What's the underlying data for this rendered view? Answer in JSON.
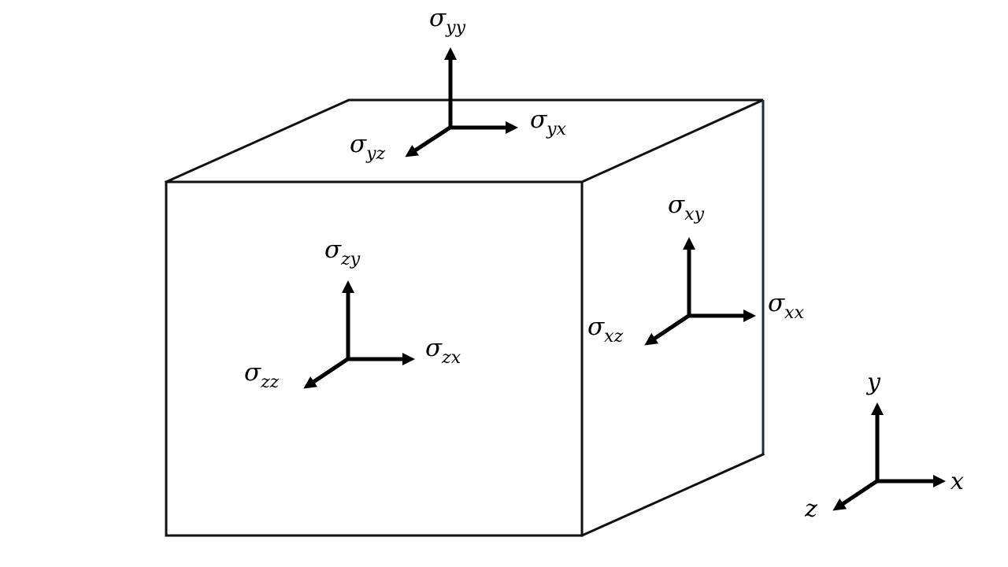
{
  "labels": {
    "sigma_yy": {
      "symbol": "σ",
      "subscript": "yy"
    },
    "sigma_yx": {
      "symbol": "σ",
      "subscript": "yx"
    },
    "sigma_yz": {
      "symbol": "σ",
      "subscript": "yz"
    },
    "sigma_xy": {
      "symbol": "σ",
      "subscript": "xy"
    },
    "sigma_xx": {
      "symbol": "σ",
      "subscript": "xx"
    },
    "sigma_xz": {
      "symbol": "σ",
      "subscript": "xz"
    },
    "sigma_zy": {
      "symbol": "σ",
      "subscript": "zy"
    },
    "sigma_zx": {
      "symbol": "σ",
      "subscript": "zx"
    },
    "sigma_zz": {
      "symbol": "σ",
      "subscript": "zz"
    }
  },
  "axes": {
    "x": "x",
    "y": "y",
    "z": "z"
  },
  "colors": {
    "stroke": "#000000",
    "right_edge": "#1f2a44",
    "background": "#ffffff"
  }
}
